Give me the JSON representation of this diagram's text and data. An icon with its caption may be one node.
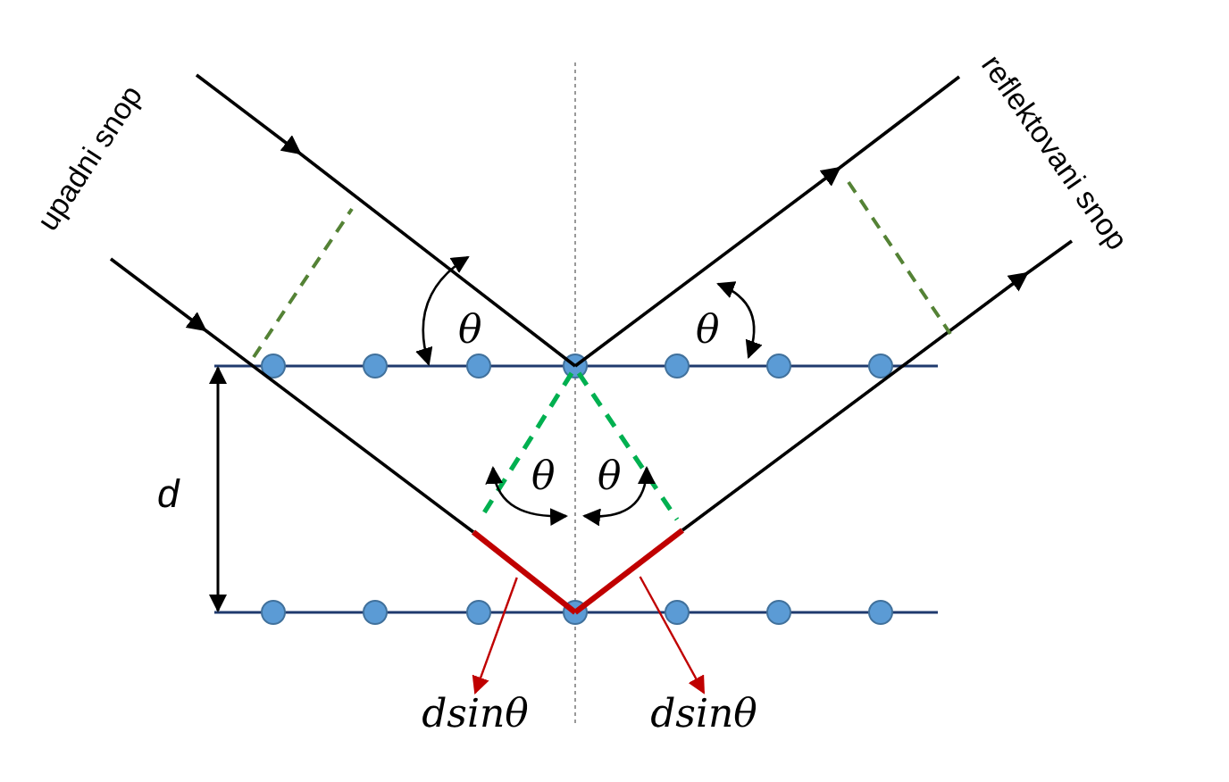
{
  "diagram": {
    "nodes": [
      {
        "text": [
          "dsinθ"
        ]
      },
      {
        "text": [
          "dsinθ"
        ]
      },
      {
        "text": [],
        "shape": "bar"
      },
      {
        "text": [],
        "shape": "bar"
      }
    ],
    "edges": [
      {
        "from": 2,
        "to": 0,
        "arrow": "to"
      },
      {
        "from": 3,
        "to": 1,
        "arrow": "to"
      }
    ],
    "labels": [
      "upadni snop",
      "reflektovani snop",
      "θ",
      "θ",
      "θ",
      "θ",
      "d"
    ]
  }
}
